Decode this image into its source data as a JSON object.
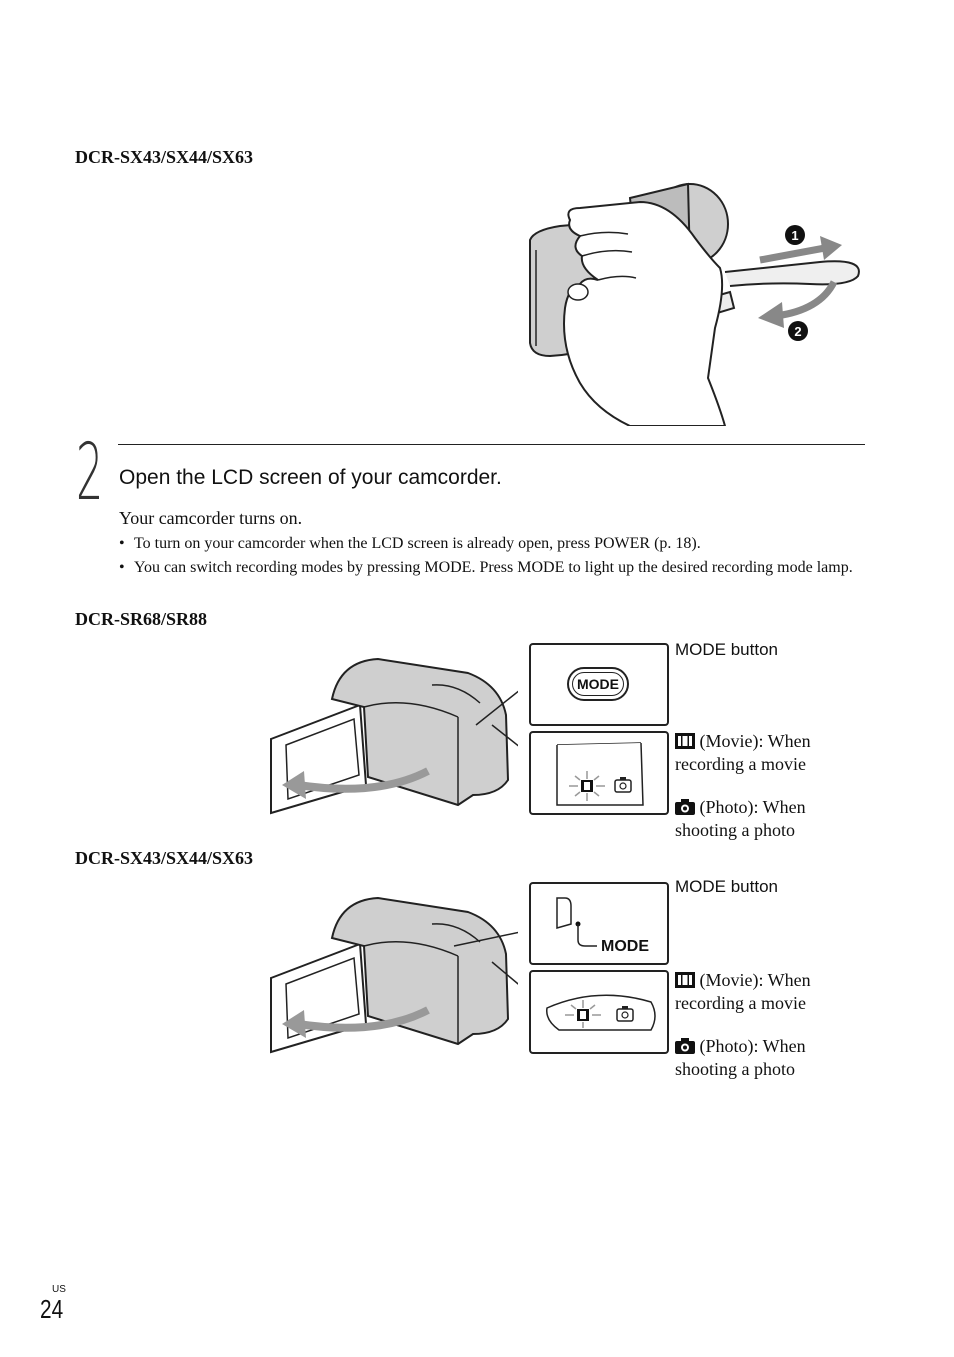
{
  "top_section": {
    "model_heading": "DCR-SX43/SX44/SX63",
    "illustration": {
      "step_markers": [
        "1",
        "2"
      ]
    }
  },
  "step2": {
    "number": "2",
    "title": "Open the LCD screen of your camcorder.",
    "lead": "Your camcorder turns on.",
    "bullets": [
      "To turn on your camcorder when the LCD screen is already open, press POWER (p. 18).",
      "You can switch recording modes by pressing MODE. Press MODE to light up the desired recording mode lamp."
    ]
  },
  "figure_sr": {
    "model_heading": "DCR-SR68/SR88",
    "button_text": "MODE",
    "labels": {
      "mode_button": "MODE button",
      "movie_line1": "(Movie): When",
      "movie_line2": "recording a movie",
      "photo_line1": "(Photo): When",
      "photo_line2": "shooting a photo"
    }
  },
  "figure_sx": {
    "model_heading": "DCR-SX43/SX44/SX63",
    "button_text": "MODE",
    "labels": {
      "mode_button": "MODE button",
      "movie_line1": "(Movie): When",
      "movie_line2": "recording a movie",
      "photo_line1": "(Photo): When",
      "photo_line2": "shooting a photo"
    }
  },
  "footer": {
    "region": "US",
    "page_number": "24"
  },
  "icons": {
    "movie": "film-icon",
    "photo": "camera-icon"
  }
}
